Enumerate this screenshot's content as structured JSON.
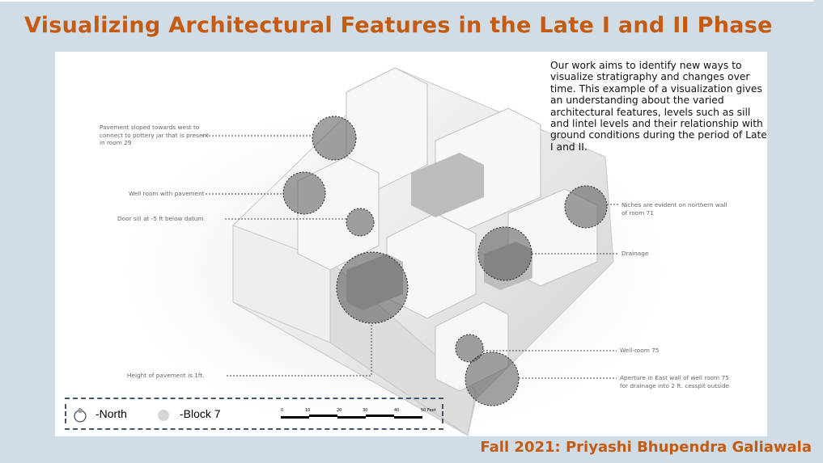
{
  "slide": {
    "title": "Visualizing Architectural Features in the Late I and II Phase",
    "description": "Our work aims to identify new ways to visualize stratigraphy and changes over time. This example of a visualization gives an understanding about the varied architectural features, levels such as sill and lintel levels and their relationship with ground conditions during the period of Late I and II.",
    "footer": "Fall 2021: Priyashi Bhupendra Galiawala",
    "colors": {
      "title": "#c55a11",
      "background": "#d0dde7",
      "legend_border": "#44546a"
    }
  },
  "annotations": {
    "pavement_sloped": [
      "Pavement sloped towards west to",
      "connect to pottery jar that is present",
      "in room 29"
    ],
    "well_room": "Well room with pavement",
    "door_sill": "Door sill at -5 ft below datum",
    "height_pavement": "Height of pavement is 1ft.",
    "niches": [
      "Niches are evident on northern wall",
      "of room 71"
    ],
    "drainage": "Drainage",
    "well_room_75": "Well-room 75",
    "aperture": [
      "Aperture in East wall of well room 75",
      "for drainage into 2 ft. cesspit outside"
    ]
  },
  "legend": {
    "north_icon": "north-arrow-circle-icon",
    "north_label": "-North",
    "block_icon": "grey-dot-icon",
    "block_label": "-Block 7",
    "scale_ticks": [
      "0",
      "10",
      "20",
      "30",
      "40",
      "50 Feet"
    ]
  }
}
